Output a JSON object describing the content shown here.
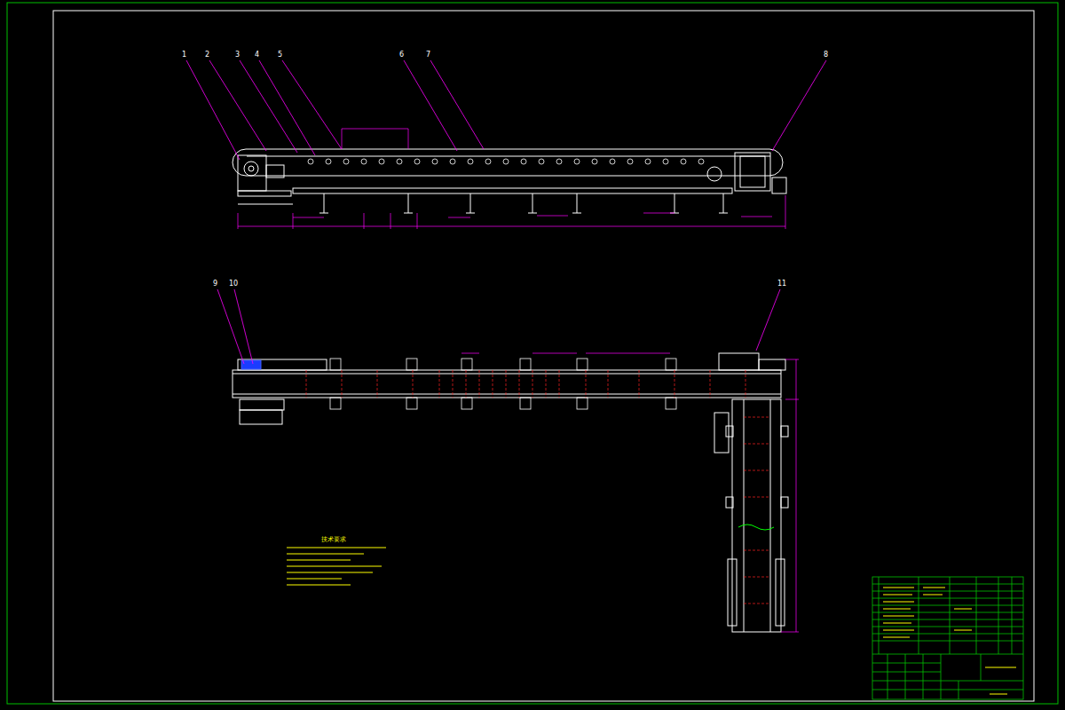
{
  "diagram": {
    "labels": [
      "1",
      "2",
      "3",
      "4",
      "5",
      "6",
      "7",
      "8",
      "9",
      "10",
      "11",
      "技术要求"
    ]
  }
}
